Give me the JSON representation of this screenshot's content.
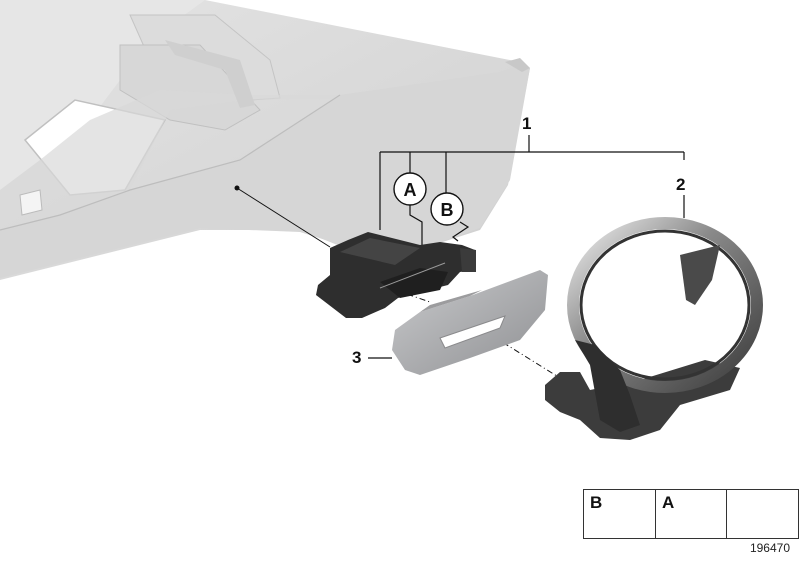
{
  "diagram": {
    "type": "exploded parts diagram",
    "subject": "center console cup holder assembly",
    "id": "196470"
  },
  "callouts": [
    {
      "label": "1",
      "part": "cup holder kit (bracket + cup holder)"
    },
    {
      "label": "2",
      "part": "cup holder ring"
    },
    {
      "label": "3",
      "part": "trim cover"
    },
    {
      "label": "A",
      "part": "screw A"
    },
    {
      "label": "B",
      "part": "screw B"
    }
  ],
  "legend": {
    "items": [
      {
        "letter": "B",
        "icon": "screw-b-icon"
      },
      {
        "letter": "A",
        "icon": "screw-a-icon"
      },
      {
        "letter": "",
        "icon": "arrow-step-icon"
      }
    ]
  },
  "colors": {
    "console": "#d4d4d4",
    "bracket": "#2c2c2c",
    "trim": "#a9aaac",
    "holder": "#3a3a3a",
    "lines": "#111111"
  }
}
